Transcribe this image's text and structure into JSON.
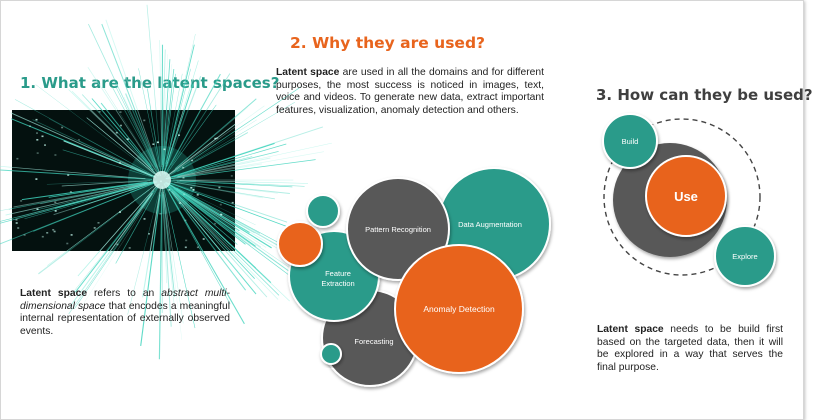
{
  "section1": {
    "heading": "1. What are the latent spaces?",
    "para": {
      "term": "Latent space",
      "t1": " refers to an ",
      "italic": "abstract multi-dimensional space",
      "t2": " that encodes a meaningful internal representation of externally observed events."
    }
  },
  "section2": {
    "heading": "2. Why they are used?",
    "para": {
      "term": "Latent space",
      "rest": " are used in all the domains and for different purposes, the most success is noticed in images, text, voice and videos. To generate new data, extract important features, visualization, anomaly detection and others."
    },
    "bubbles": {
      "pattern": "Pattern Recognition",
      "augmentation": "Data Augmentation",
      "feature_1": "Feature",
      "feature_2": "Extraction",
      "anomaly": "Anomaly Detection",
      "forecasting": "Forecasting"
    }
  },
  "section3": {
    "heading": "3. How can they be used?",
    "build": "Build",
    "use": "Use",
    "explore": "Explore",
    "para": {
      "term": "Latent space",
      "rest": " needs to be build first based on the targeted data, then it will be explored in a way that serves the final purpose."
    }
  },
  "colors": {
    "teal": "#2a9b8a",
    "orange": "#e8641d",
    "gray": "#595959"
  }
}
